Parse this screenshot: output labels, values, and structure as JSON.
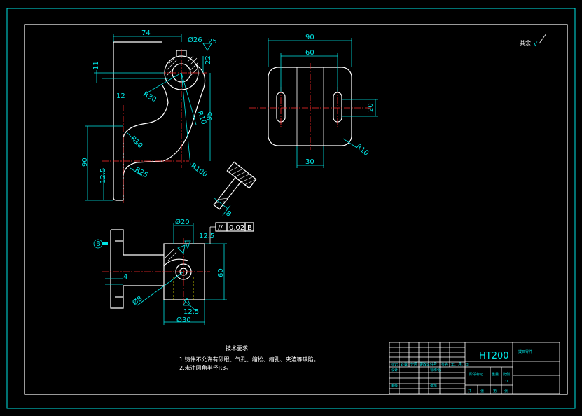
{
  "dimensions": {
    "side_view": {
      "d74": "74",
      "d26": "Ø26",
      "d25": "25",
      "d22": "22",
      "d11": "11",
      "d12": "12",
      "r30": "R30",
      "r10a": "R10",
      "r25": "R25",
      "r100": "R100",
      "r10b": "R10",
      "d95": "95",
      "d90": "90",
      "d12_5": "12.5"
    },
    "top_view": {
      "d90": "90",
      "d60": "60",
      "d20": "20",
      "d30": "30",
      "r10": "R10"
    },
    "section_view": {
      "d8": "8"
    },
    "front_view": {
      "d20": "Ø20",
      "d12_5a": "12.5",
      "d60": "60",
      "d4": "4",
      "d8": "Ø8",
      "d12_5b": "12.5",
      "d30": "Ø30",
      "tolerance_symbol": "//",
      "tolerance_value": "0.02",
      "datum": "B"
    }
  },
  "surface_finish": {
    "label": "其余",
    "symbol": "√"
  },
  "datum_marker": "B",
  "technical_requirements": {
    "title": "技术要求",
    "items": [
      "1.铸件不允许有砂眼、气孔、缩松、缩孔、夹渣等缺陷。",
      "2.未注圆角半径R3。"
    ]
  },
  "title_block": {
    "material": "HT200",
    "part_name": "拨叉零件",
    "row_labels": [
      "标记",
      "处数",
      "分区",
      "更改文件号",
      "签名",
      "年、月、日"
    ],
    "designer_label": "设计",
    "standardization_label": "标准化",
    "review_label": "审核",
    "approve_label": "批准",
    "stage_label": "阶段标记",
    "weight_label": "重量",
    "scale_label": "比例",
    "scale_value": "1:1",
    "sheet_labels": [
      "共",
      "张",
      "第",
      "张"
    ]
  },
  "colors": {
    "background": "#000000",
    "outline": "#ffffff",
    "dimension": "#00e5e5",
    "centerline": "#ff2a2a",
    "hidden": "#e5e500"
  }
}
